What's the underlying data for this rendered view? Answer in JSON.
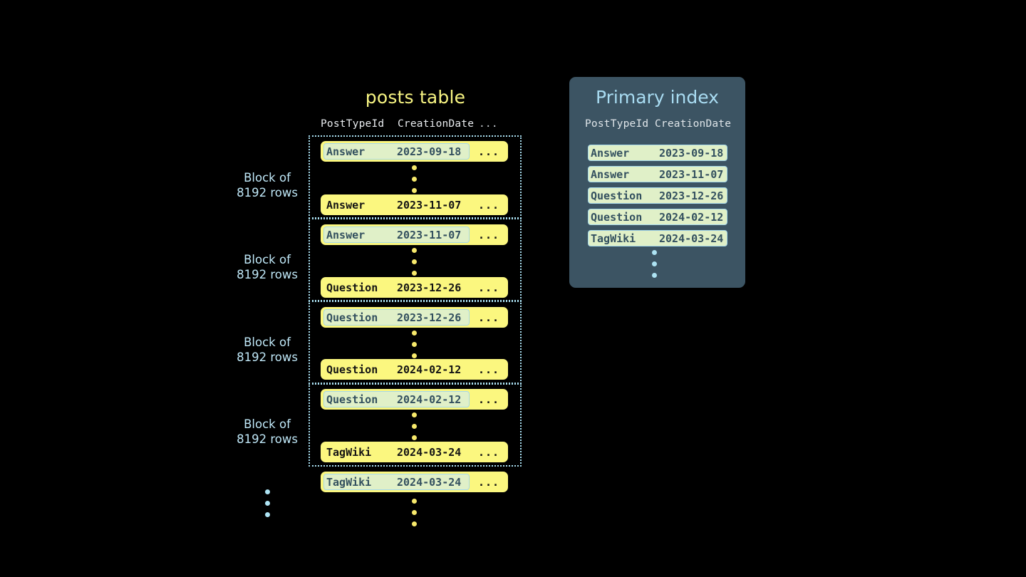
{
  "posts_table": {
    "title": "posts table",
    "columns": [
      "PostTypeId",
      "CreationDate"
    ],
    "ellipsis_column": "...",
    "row_ellipsis": "...",
    "blocks": [
      {
        "label_line1": "Block of",
        "label_line2": "8192 rows",
        "first_row": {
          "post_type_id": "Answer",
          "creation_date": "2023-09-18",
          "highlighted": true
        },
        "last_row": {
          "post_type_id": "Answer",
          "creation_date": "2023-11-07",
          "highlighted": false
        }
      },
      {
        "label_line1": "Block of",
        "label_line2": "8192 rows",
        "first_row": {
          "post_type_id": "Answer",
          "creation_date": "2023-11-07",
          "highlighted": true
        },
        "last_row": {
          "post_type_id": "Question",
          "creation_date": "2023-12-26",
          "highlighted": false
        }
      },
      {
        "label_line1": "Block of",
        "label_line2": "8192 rows",
        "first_row": {
          "post_type_id": "Question",
          "creation_date": "2023-12-26",
          "highlighted": true
        },
        "last_row": {
          "post_type_id": "Question",
          "creation_date": "2024-02-12",
          "highlighted": false
        }
      },
      {
        "label_line1": "Block of",
        "label_line2": "8192 rows",
        "first_row": {
          "post_type_id": "Question",
          "creation_date": "2024-02-12",
          "highlighted": true
        },
        "last_row": {
          "post_type_id": "TagWiki",
          "creation_date": "2024-03-24",
          "highlighted": false
        }
      }
    ],
    "trailing_row": {
      "post_type_id": "TagWiki",
      "creation_date": "2024-03-24",
      "highlighted": true
    }
  },
  "primary_index": {
    "title": "Primary index",
    "columns": [
      "PostTypeId",
      "CreationDate"
    ],
    "rows": [
      {
        "post_type_id": "Answer",
        "creation_date": "2023-09-18"
      },
      {
        "post_type_id": "Answer",
        "creation_date": "2023-11-07"
      },
      {
        "post_type_id": "Question",
        "creation_date": "2023-12-26"
      },
      {
        "post_type_id": "Question",
        "creation_date": "2024-02-12"
      },
      {
        "post_type_id": "TagWiki",
        "creation_date": "2024-03-24"
      }
    ]
  },
  "colors": {
    "background": "#000000",
    "row_yellow": "#fbf77f",
    "highlight_green": "#e0f0c8",
    "highlight_border": "#a5d8ea",
    "block_border": "#a9dff1",
    "panel_bg": "#3c5463",
    "panel_title": "#a9dcf2",
    "table_title": "#f7f482",
    "label_blue": "#bfe7f7",
    "dot_yellow": "#f7e96b",
    "dot_blue": "#ade3f3"
  }
}
